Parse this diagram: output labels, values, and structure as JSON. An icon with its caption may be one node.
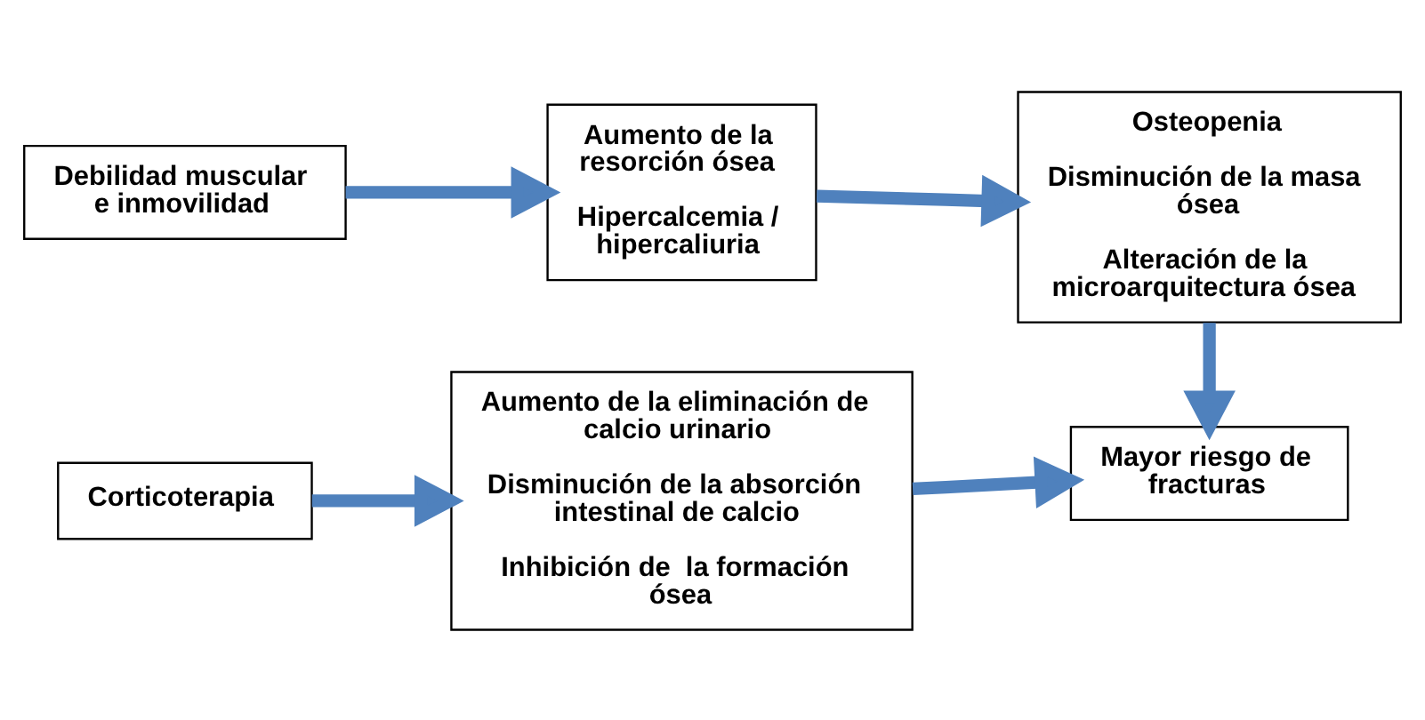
{
  "diagram": {
    "nodes": [
      {
        "text": [
          "Debilidad muscular e inmovilidad"
        ]
      },
      {
        "text": [
          "Aumento de la resorción ósea",
          "Hipercalcemia / hipercaliuria"
        ]
      },
      {
        "text": [
          "Osteopenia",
          "Disminución de la masa ósea",
          "Alteración de la microarquitectura ósea"
        ]
      },
      {
        "text": [
          "Corticoterapia"
        ]
      },
      {
        "text": [
          "Aumento de la eliminación de calcio urinario",
          "Disminución de la absorción intestinal de calcio",
          "Inhibición de  la formación ósea"
        ]
      },
      {
        "text": [
          "Mayor riesgo de fracturas"
        ]
      }
    ],
    "edges": [
      {
        "from": 0,
        "to": 1,
        "arrow": "to"
      },
      {
        "from": 1,
        "to": 2,
        "arrow": "to"
      },
      {
        "from": 3,
        "to": 4,
        "arrow": "to"
      },
      {
        "from": 4,
        "to": 5,
        "arrow": "to"
      },
      {
        "from": 2,
        "to": 5,
        "arrow": "to"
      }
    ]
  }
}
